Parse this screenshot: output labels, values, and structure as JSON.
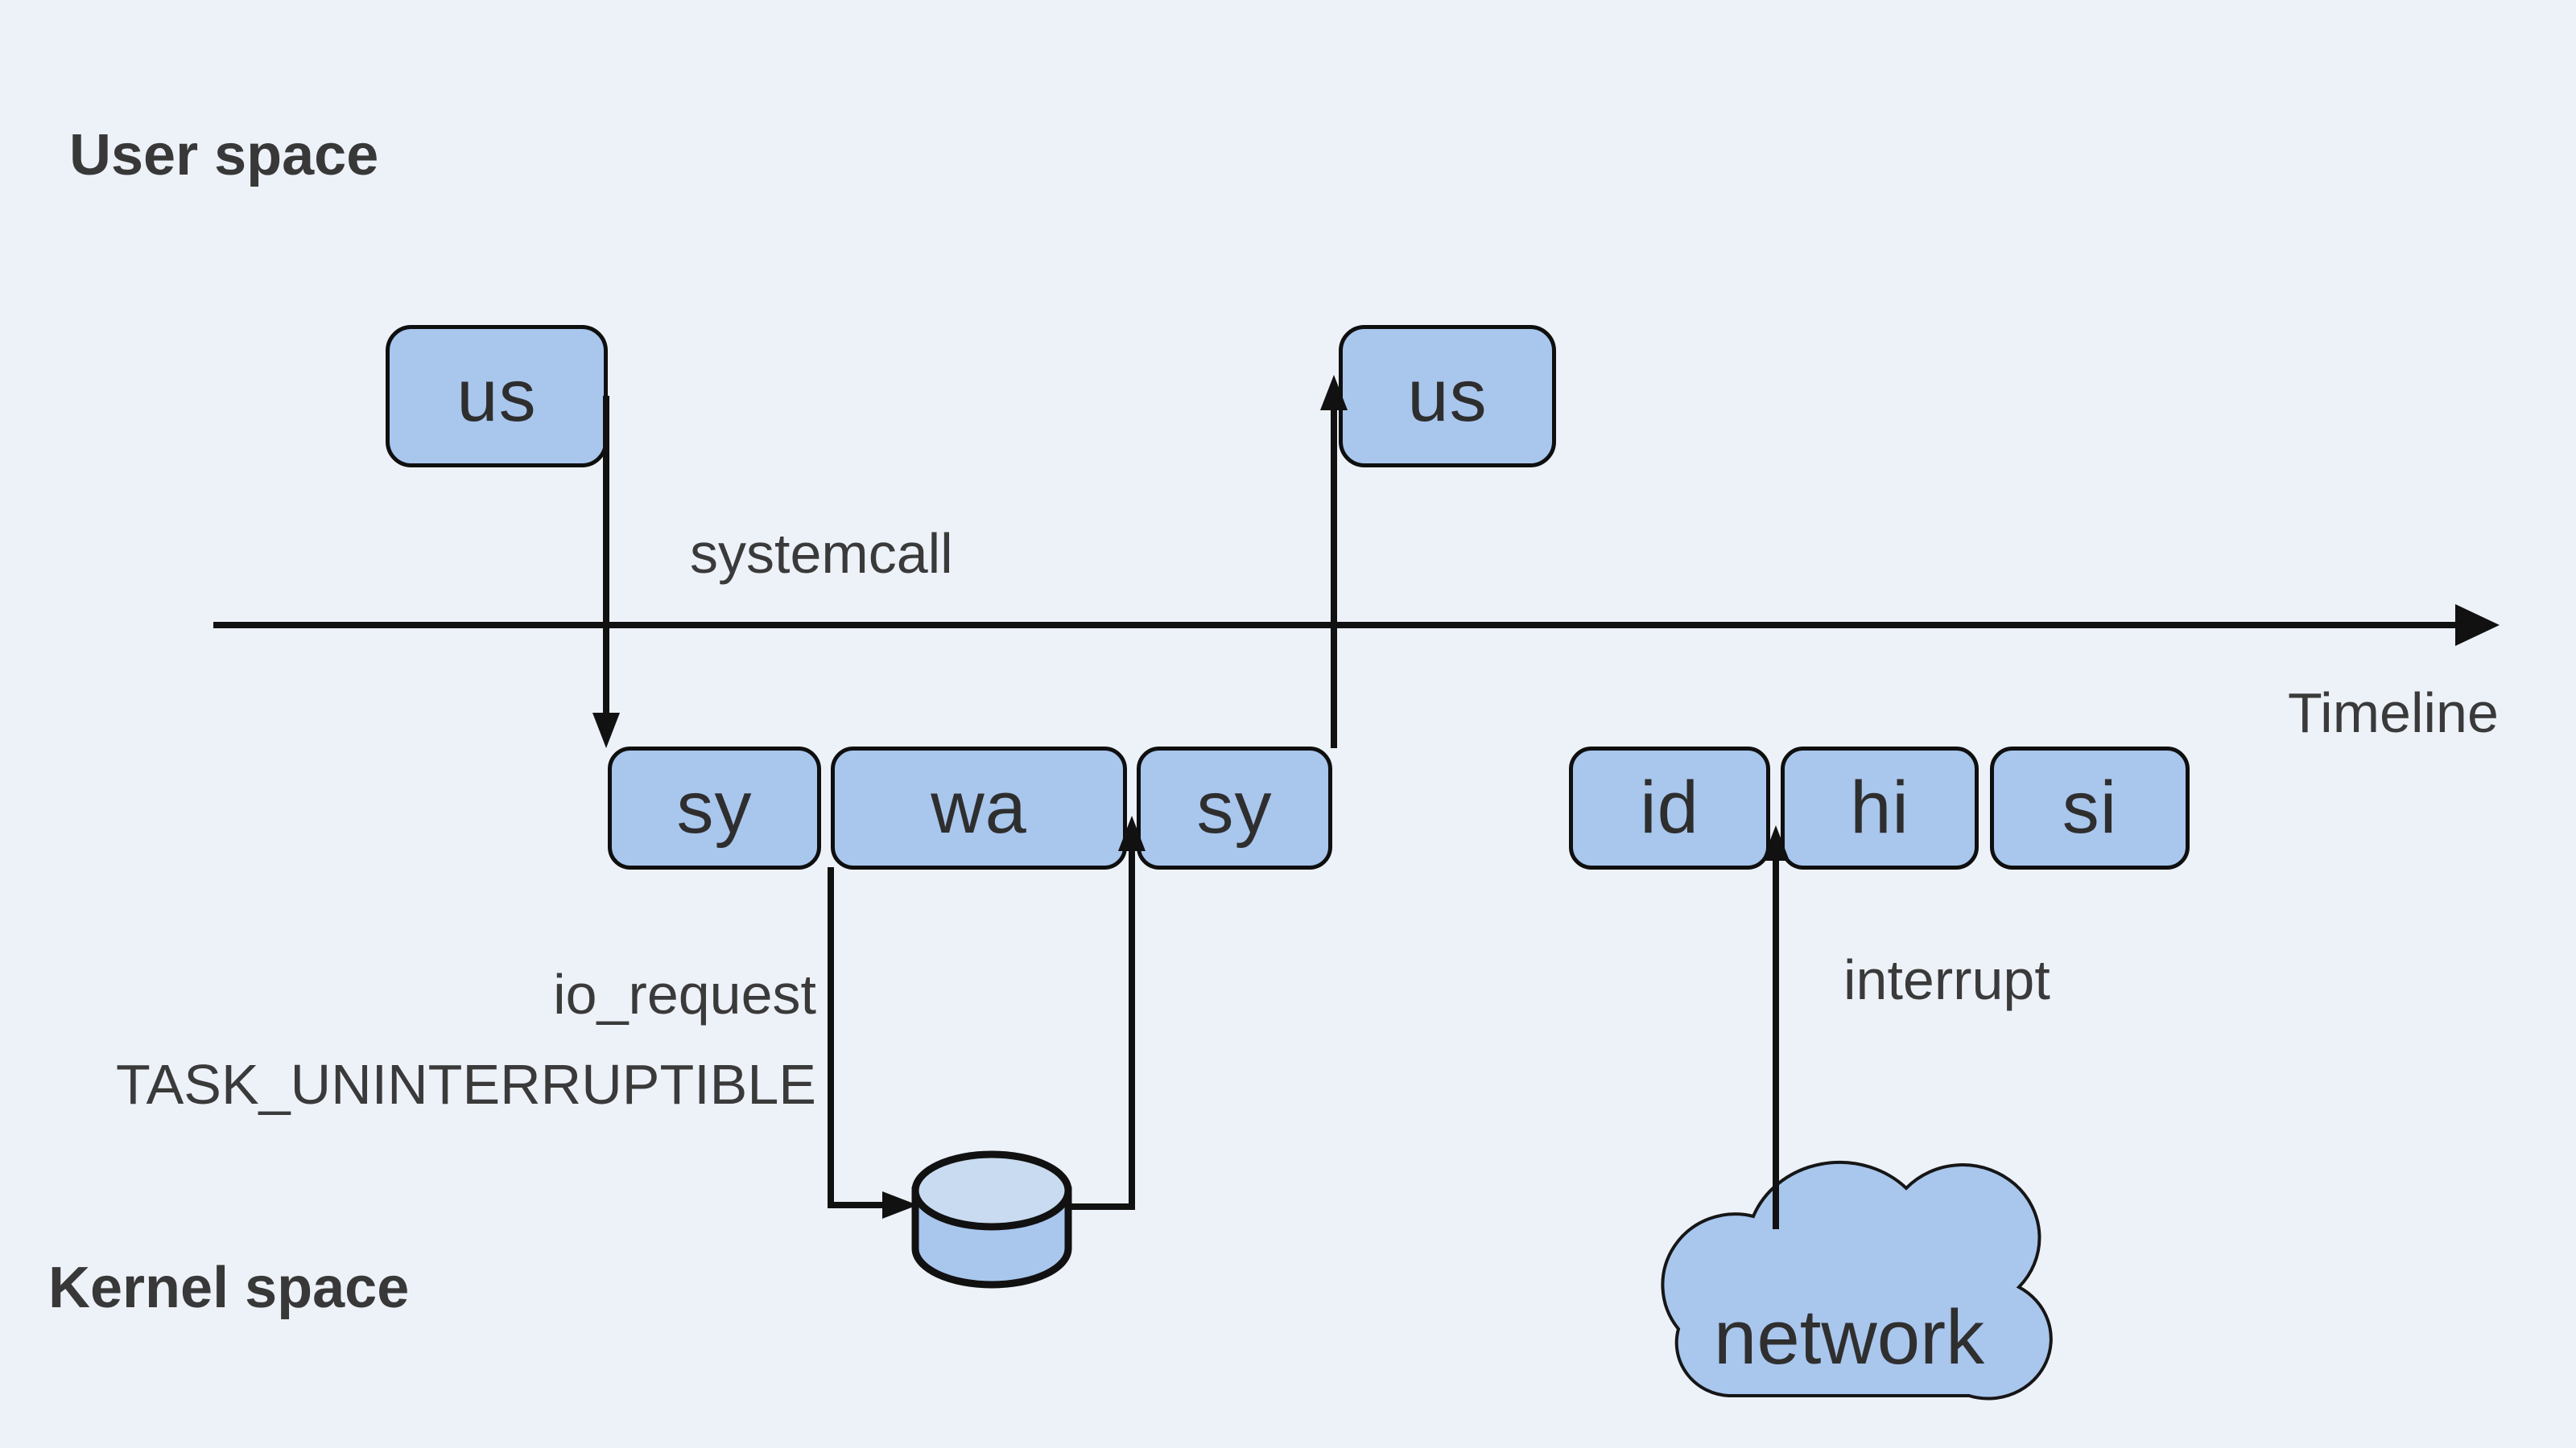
{
  "diagram": {
    "title_area": {
      "user_space_label": "User space",
      "kernel_space_label": "Kernel space"
    },
    "axis": {
      "timeline_label": "Timeline"
    },
    "boxes": {
      "us1": {
        "label": "us"
      },
      "us2": {
        "label": "us"
      },
      "sy1": {
        "label": "sy"
      },
      "wa": {
        "label": "wa"
      },
      "sy2": {
        "label": "sy"
      },
      "id": {
        "label": "id"
      },
      "hi": {
        "label": "hi"
      },
      "si": {
        "label": "si"
      }
    },
    "annotations": {
      "systemcall": "systemcall",
      "io_request": "io_request",
      "task_uninterruptible": "TASK_UNINTERRUPTIBLE",
      "interrupt": "interrupt",
      "network": "network"
    },
    "icons": {
      "disk": "disk-cylinder-icon",
      "network_cloud": "network-cloud-icon"
    },
    "colors": {
      "background": "#edf1f8",
      "box_fill": "#a9c6ed",
      "box_border": "#0f0f0f",
      "cylinder_top_fill": "#c9dbf0",
      "arrow_color": "#111111",
      "annotation_text": "#3a3a3a",
      "box_text": "#2e2e2e"
    }
  }
}
